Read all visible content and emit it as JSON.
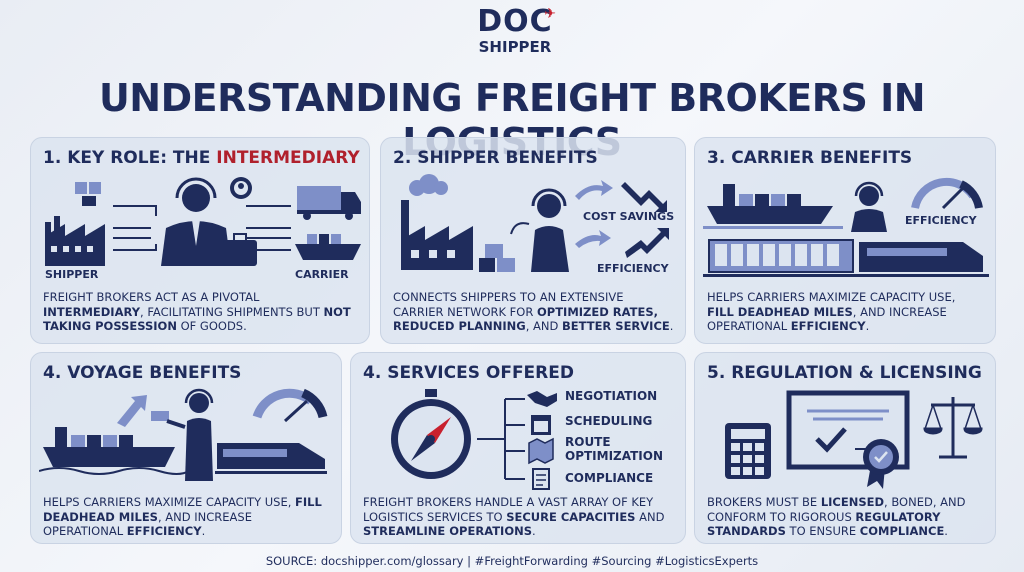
{
  "logo": {
    "line1": "DOC",
    "line2": "SHIPPER"
  },
  "title": "UNDERSTANDING FREIGHT BROKERS IN LOGISTICS",
  "cards": {
    "key_role": {
      "title_prefix": "1. KEY ROLE: THE ",
      "title_highlight": "INTERMEDIARY",
      "label_left": "SHIPPER",
      "label_right": "CARRIER",
      "desc_1": "FREIGHT BROKERS ACT AS A PIVOTAL ",
      "desc_2": "INTERMEDIARY",
      "desc_3": ", FACILITATING SHIPMENTS BUT ",
      "desc_4": "NOT TAKING POSSESSION",
      "desc_5": " OF GOODS."
    },
    "shipper_benefits": {
      "title": "2. SHIPPER BENEFITS",
      "label_a": "COST SAVINGS",
      "label_b": "EFFICIENCY",
      "desc_1": "CONNECTS SHIPPERS TO AN EXTENSIVE CARRIER NETWORK FOR ",
      "desc_2": "OPTIMIZED RATES, REDUCED PLANNING",
      "desc_3": ", AND ",
      "desc_4": "BETTER SERVICE",
      "desc_5": "."
    },
    "carrier_benefits": {
      "title": "3. CARRIER BENEFITS",
      "label": "EFFICIENCY",
      "desc_1": "HELPS CARRIERS MAXIMIZE CAPACITY USE, ",
      "desc_2": "FILL DEADHEAD MILES",
      "desc_3": ", AND INCREASE OPERATIONAL ",
      "desc_4": "EFFICIENCY",
      "desc_5": "."
    },
    "voyage_benefits": {
      "title": "4. VOYAGE BENEFITS",
      "desc_1": "HELPS CARRIERS MAXIMIZE CAPACITY USE, ",
      "desc_2": "FILL DEADHEAD MILES",
      "desc_3": ", AND INCREASE OPERATIONAL ",
      "desc_4": "EFFICIENCY",
      "desc_5": "."
    },
    "services_offered": {
      "title": "4. SERVICES OFFERED",
      "items": [
        "NEGOTIATION",
        "SCHEDULING",
        "ROUTE OPTIMIZATION",
        "COMPLIANCE"
      ],
      "desc_1": "FREIGHT BROKERS HANDLE A VAST ARRAY OF KEY LOGISTICS SERVICES TO ",
      "desc_2": "SECURE CAPACITIES",
      "desc_3": " AND ",
      "desc_4": "STREAMLINE OPERATIONS",
      "desc_5": "."
    },
    "regulation": {
      "title": "5. REGULATION & LICENSING",
      "desc_1": "BROKERS MUST BE ",
      "desc_2": "LICENSED",
      "desc_3": ", BONED, AND CONFORM TO RIGOROUS ",
      "desc_4": "REGULATORY STANDARDS",
      "desc_5": " TO ENSURE ",
      "desc_6": "COMPLIANCE",
      "desc_7": "."
    }
  },
  "footer": "SOURCE: docshipper.com/glossary | #FreightForwarding #Sourcing #LogisticsExperts",
  "colors": {
    "navy": "#1f2c5c",
    "red": "#b0202c",
    "card_bg": "#dce4f0",
    "accent_blue": "#7e8fc8"
  },
  "icons": [
    "factory-icon",
    "headset-agent-icon",
    "briefcase-icon",
    "truck-icon",
    "cargo-ship-icon",
    "train-icon",
    "gauge-icon",
    "compass-icon",
    "handshake-icon",
    "calendar-icon",
    "map-icon",
    "document-icon",
    "calculator-icon",
    "certificate-icon",
    "award-seal-icon",
    "scales-icon",
    "trend-arrow-icon"
  ]
}
